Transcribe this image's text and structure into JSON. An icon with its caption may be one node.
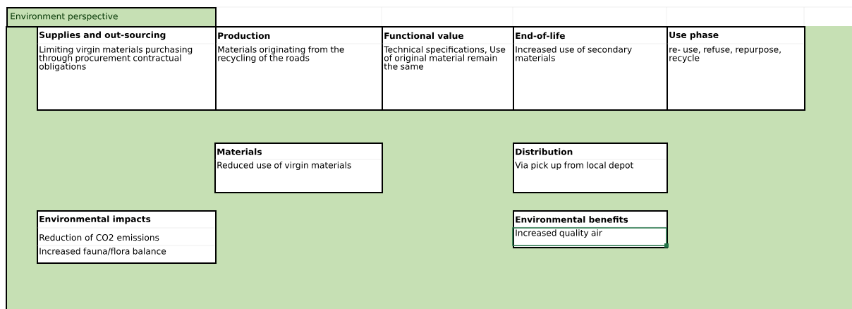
{
  "diagram": {
    "nodes": [
      {
        "text": [
          "Environment perspective"
        ]
      },
      {
        "text": [
          "Supplies and out-sourcing",
          "Limiting virgin materials purchasing through procurement contractual obligations"
        ],
        "in": 0
      },
      {
        "text": [
          "Production",
          "Materials originating from the recycling of the roads"
        ],
        "in": 0
      },
      {
        "text": [
          "Functional value",
          "Technical specifications, Use of original material remain the same"
        ],
        "in": 0
      },
      {
        "text": [
          "End-of-life",
          "Increased use of secondary materials"
        ],
        "in": 0
      },
      {
        "text": [
          "Use phase",
          "re- use,  refuse, repurpose, recycle"
        ],
        "in": 0
      },
      {
        "text": [
          "Materials",
          "Reduced use of virgin materials"
        ],
        "in": 0
      },
      {
        "text": [
          "Distribution",
          "Via pick up from local depot"
        ],
        "in": 0
      },
      {
        "text": [
          "Environmental impacts",
          "Reduction of CO2 emissions",
          "Increased fauna/flora balance"
        ],
        "in": 0
      },
      {
        "text": [
          "Environmental benefits",
          "Increased quality air"
        ],
        "in": 0
      }
    ]
  }
}
